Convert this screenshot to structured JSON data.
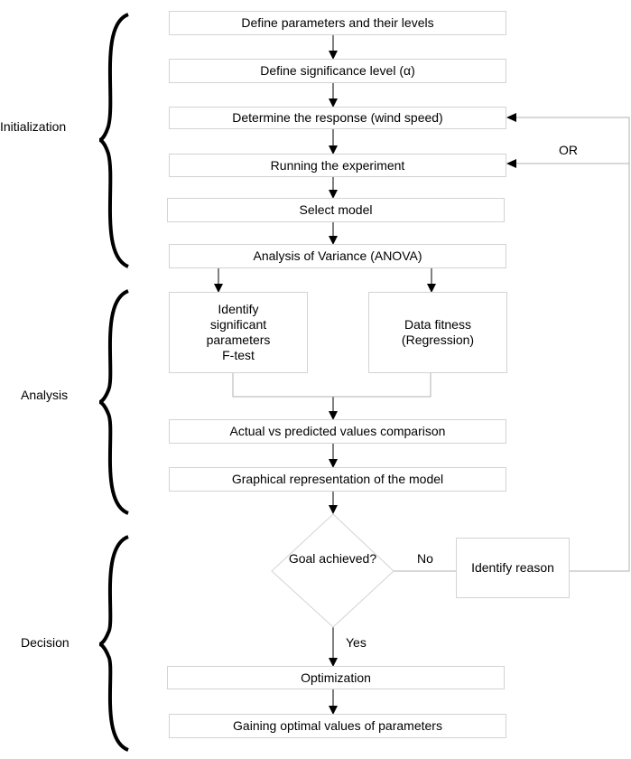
{
  "phases": {
    "initialization": "Initialization",
    "analysis": "Analysis",
    "decision": "Decision"
  },
  "steps": {
    "define_parameters": "Define parameters and their levels",
    "define_significance": "Define significance level (α)",
    "determine_response": "Determine the response (wind speed)",
    "running_experiment": "Running the experiment",
    "select_model": "Select model",
    "anova": "Analysis of Variance (ANOVA)",
    "identify_significant": "Identify\nsignificant\nparameters\nF-test",
    "data_fitness": "Data fitness\n(Regression)",
    "actual_vs_predicted": "Actual vs predicted values comparison",
    "graphical_representation": "Graphical representation of the model",
    "goal_achieved": "Goal achieved?",
    "identify_reason": "Identify reason",
    "optimization": "Optimization",
    "gaining_optimal": "Gaining optimal values of parameters"
  },
  "edge_labels": {
    "or": "OR",
    "no": "No",
    "yes": "Yes"
  }
}
